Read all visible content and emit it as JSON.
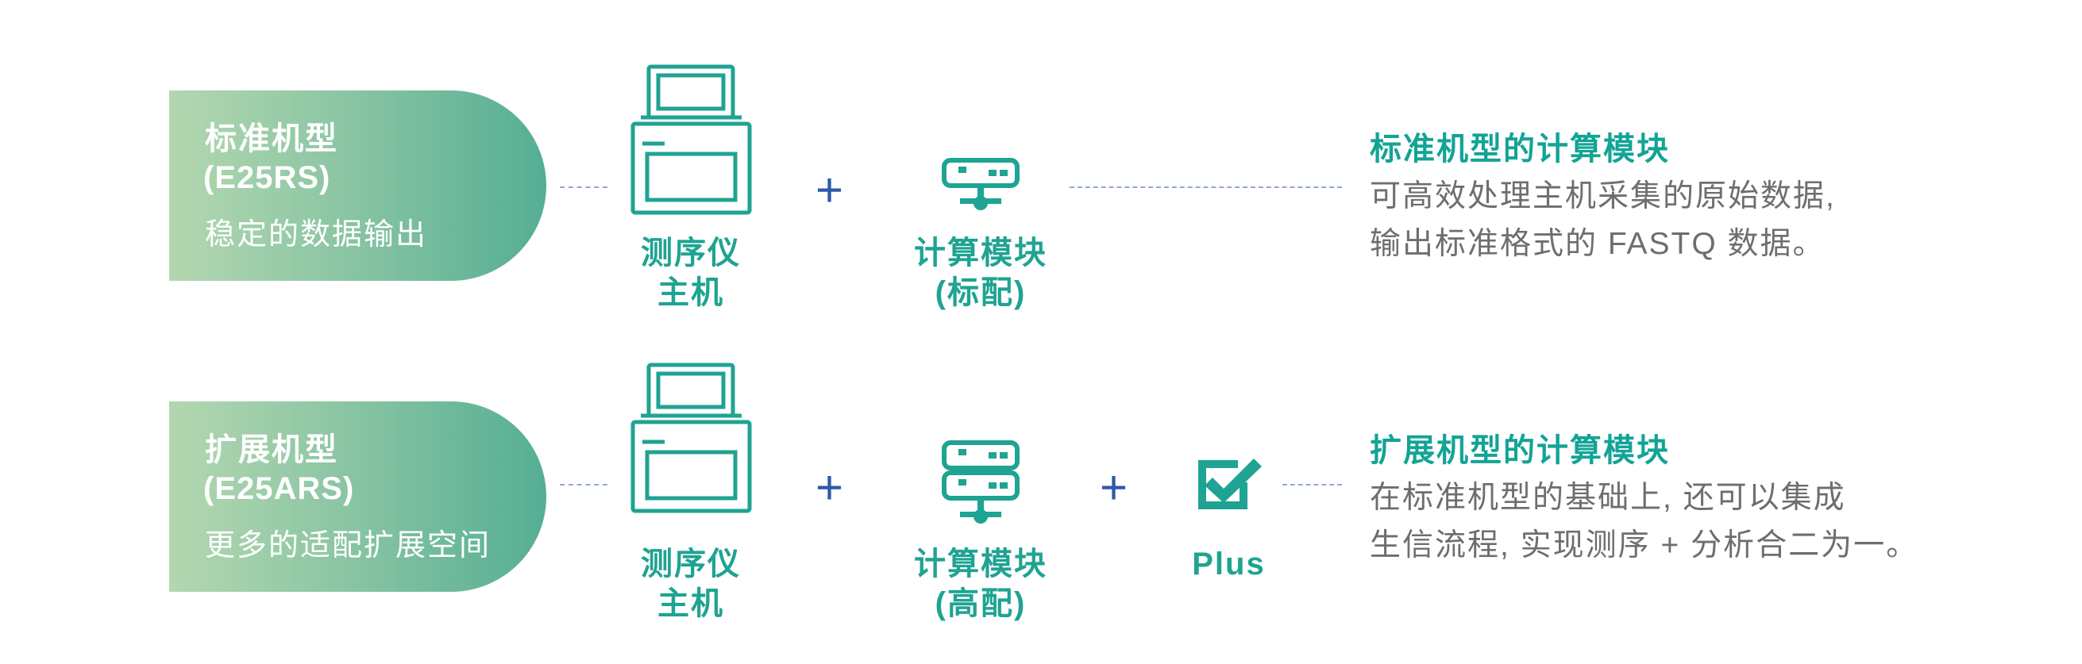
{
  "colors": {
    "accent_teal": "#12a496",
    "plus_blue": "#2e5aa8",
    "dash_blue": "#8fa9cf",
    "text_gray": "#6e6e6e",
    "pill_gradient_start": "#b3d7b0",
    "pill_gradient_end": "#55ae94"
  },
  "rows": [
    {
      "pill": {
        "title": "标准机型",
        "model": "(E25RS)",
        "desc": "稳定的数据输出"
      },
      "sequencer": {
        "icon": "sequencer-host-icon",
        "label_line1": "测序仪",
        "label_line2": "主机"
      },
      "plus": "+",
      "compute": {
        "icon": "compute-module-single-icon",
        "label_line1": "计算模块",
        "label_line2": "(标配)"
      },
      "output": {
        "title": "标准机型的计算模块",
        "line1": "可高效处理主机采集的原始数据,",
        "line2": "输出标准格式的 FASTQ 数据。"
      }
    },
    {
      "pill": {
        "title": "扩展机型",
        "model": "(E25ARS)",
        "desc": "更多的适配扩展空间"
      },
      "sequencer": {
        "icon": "sequencer-host-icon",
        "label_line1": "测序仪",
        "label_line2": "主机"
      },
      "plus": "+",
      "compute": {
        "icon": "compute-module-double-icon",
        "label_line1": "计算模块",
        "label_line2": "(高配)"
      },
      "plus2": "+",
      "addon": {
        "icon": "checkbox-check-icon",
        "label": "Plus"
      },
      "output": {
        "title": "扩展机型的计算模块",
        "line1": "在标准机型的基础上, 还可以集成",
        "line2": "生信流程, 实现测序 + 分析合二为一。"
      }
    }
  ]
}
